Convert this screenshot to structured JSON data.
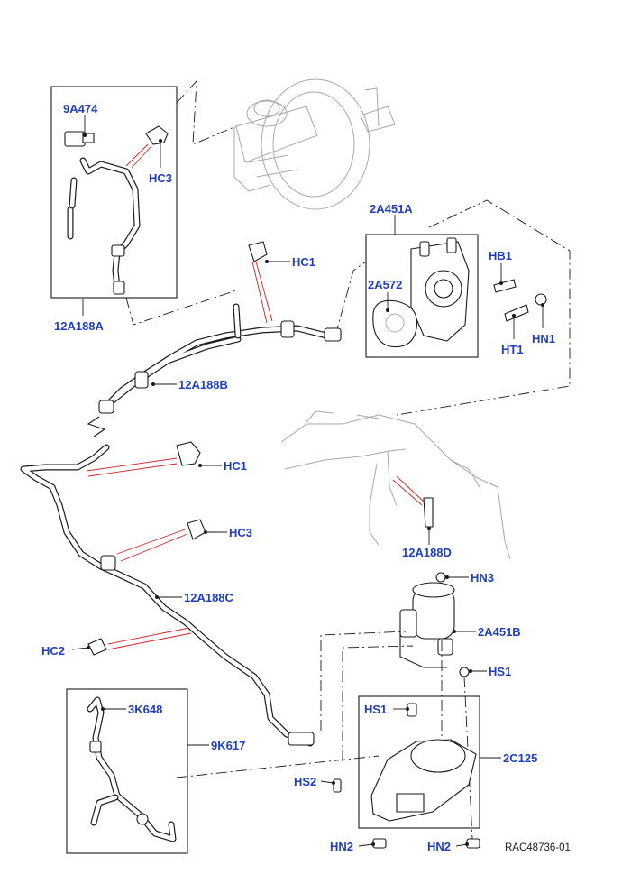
{
  "labels": {
    "p9A474": "9A474",
    "HC3a": "HC3",
    "p12A188A": "12A188A",
    "p2A451A": "2A451A",
    "p2A572": "2A572",
    "HB1": "HB1",
    "HT1": "HT1",
    "HN1": "HN1",
    "HC1a": "HC1",
    "p12A188B": "12A188B",
    "HC1b": "HC1",
    "HC3b": "HC3",
    "p12A188D": "12A188D",
    "p12A188C": "12A188C",
    "HN3": "HN3",
    "HC2": "HC2",
    "p2A451B": "2A451B",
    "HS1a": "HS1",
    "p3K648": "3K648",
    "p9K617": "9K617",
    "HS1b": "HS1",
    "p2C125": "2C125",
    "HS2": "HS2",
    "HN2a": "HN2",
    "HN2b": "HN2"
  },
  "reference": "RAC48736-01",
  "colors": {
    "label": "#1f3fbf",
    "leader_red": "#d42020",
    "ink": "#1a1a1a",
    "ghost": "#a8a8a8"
  }
}
